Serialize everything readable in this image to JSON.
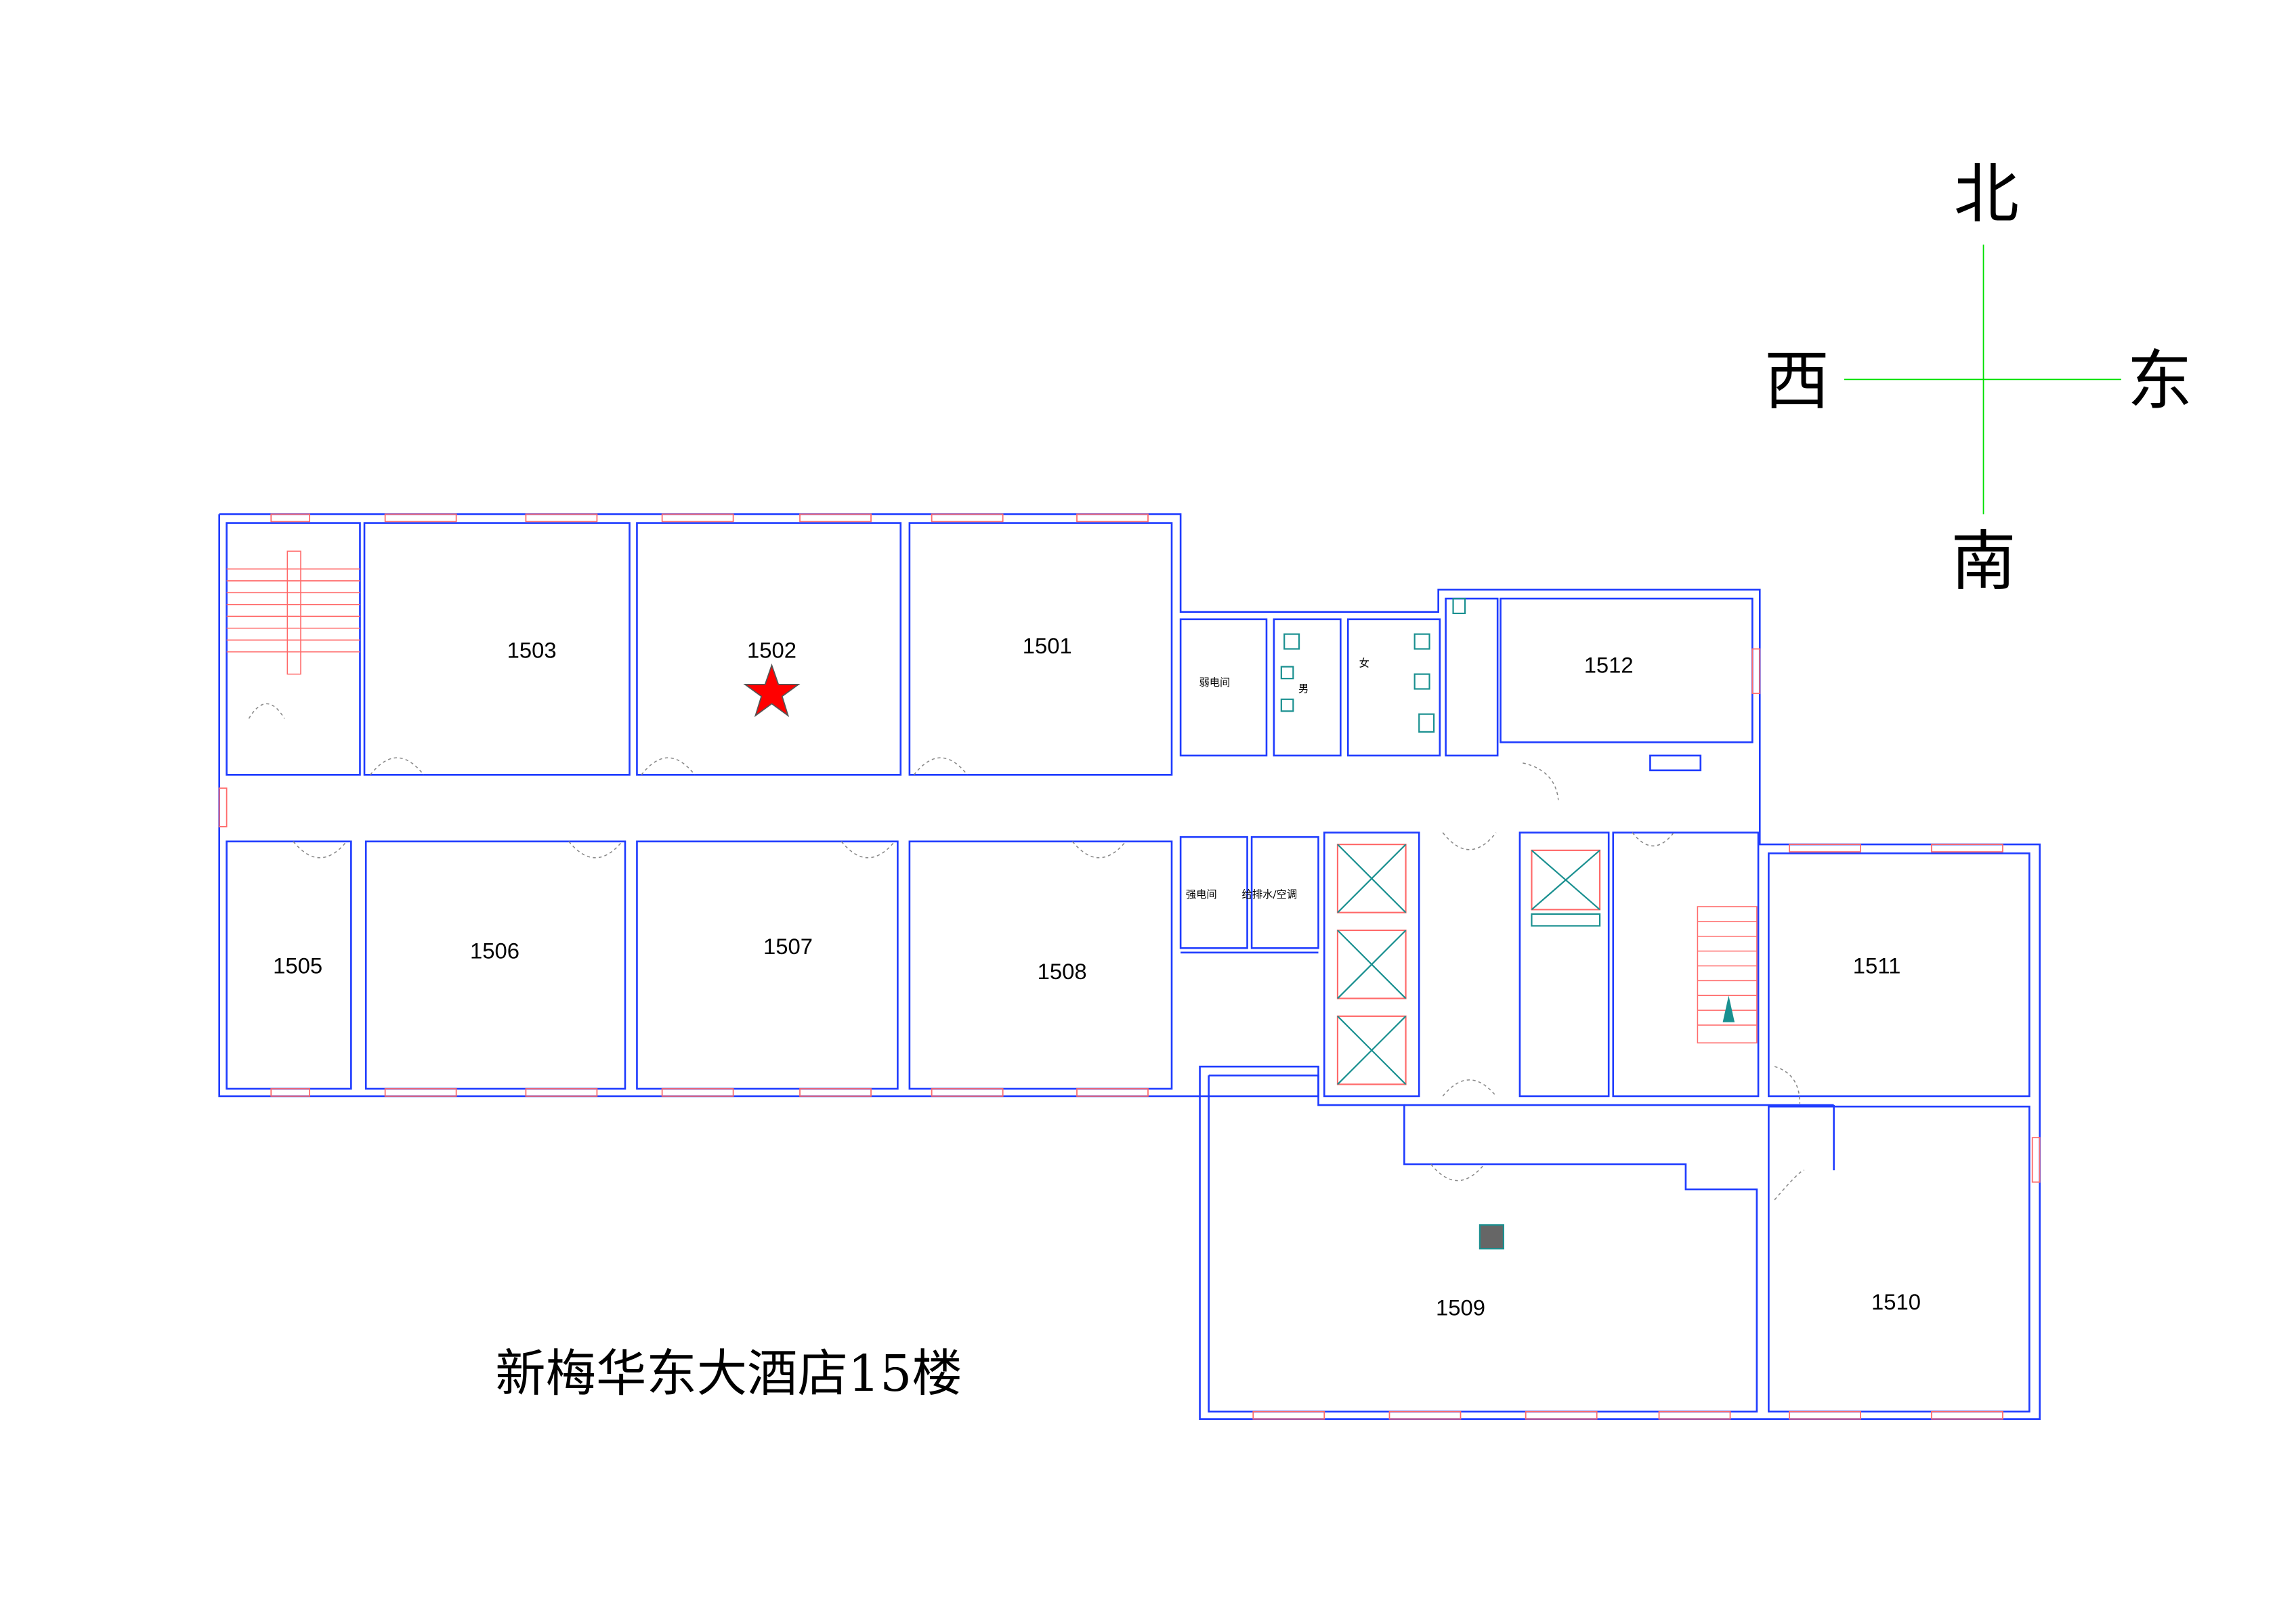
{
  "title": "新梅华东大酒店15楼",
  "compass": {
    "north": "北",
    "south": "南",
    "east": "东",
    "west": "西"
  },
  "rooms": {
    "r1501": "1501",
    "r1502": "1502",
    "r1503": "1503",
    "r1505": "1505",
    "r1506": "1506",
    "r1507": "1507",
    "r1508": "1508",
    "r1509": "1509",
    "r1510": "1510",
    "r1511": "1511",
    "r1512": "1512"
  },
  "service_rooms": {
    "weak_current": "弱电间",
    "men": "男",
    "women": "女",
    "strong_current": "强电间",
    "plumbing_hvac": "给排水/空调"
  },
  "marker": {
    "room": "1502",
    "color": "#ff0000"
  },
  "colors": {
    "wall": "#1f3cff",
    "window": "#ff6a6a",
    "compass": "#00e000"
  }
}
